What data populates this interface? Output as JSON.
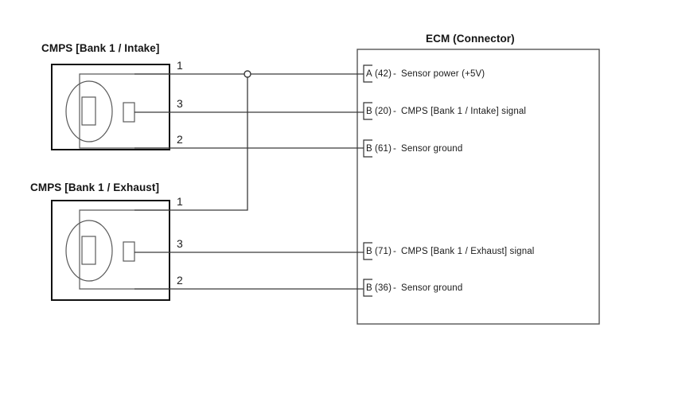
{
  "diagram": {
    "title_intake": "CMPS [Bank 1 / Intake]",
    "title_exhaust": "CMPS [Bank 1 / Exhaust]",
    "title_ecm": "ECM (Connector)"
  },
  "sensors": [
    {
      "id": "intake",
      "name": "CMPS [Bank 1 / Intake]",
      "pins": [
        {
          "number": "1",
          "function": "Sensor power (+5V)"
        },
        {
          "number": "3",
          "function": "CMPS [Bank 1 / Intake]  signal"
        },
        {
          "number": "2",
          "function": "Sensor ground"
        }
      ]
    },
    {
      "id": "exhaust",
      "name": "CMPS [Bank 1 / Exhaust]",
      "pins": [
        {
          "number": "1",
          "function": "Sensor power (+5V)"
        },
        {
          "number": "3",
          "function": "CMPS [Bank 1 / Exhaust]  signal"
        },
        {
          "number": "2",
          "function": "Sensor ground"
        }
      ]
    }
  ],
  "ecm": {
    "title": "ECM (Connector)",
    "pins": [
      {
        "terminal": "A",
        "code": "(42)",
        "separator": "-",
        "description": "Sensor power (+5V)"
      },
      {
        "terminal": "B",
        "code": "(20)",
        "separator": "-",
        "description": "CMPS [Bank 1 / Intake]  signal"
      },
      {
        "terminal": "B",
        "code": "(61)",
        "separator": "-",
        "description": "Sensor ground"
      },
      {
        "terminal": "B",
        "code": "(71)",
        "separator": "-",
        "description": "CMPS [Bank 1 / Exhaust]  signal"
      },
      {
        "terminal": "B",
        "code": "(36)",
        "separator": "-",
        "description": "Sensor ground"
      }
    ]
  },
  "colors": {
    "line": "#3a3a3a",
    "box_border": "#111111",
    "text": "#1a1a1a",
    "background": "#ffffff"
  }
}
